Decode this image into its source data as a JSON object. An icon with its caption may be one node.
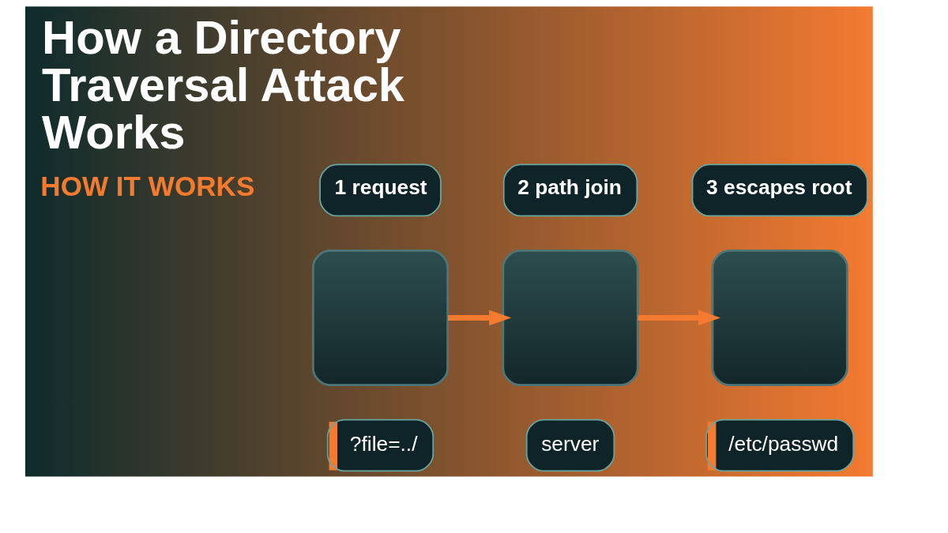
{
  "diagram": {
    "title": "How a Directory Traversal Attack Works",
    "nodes": [
      {
        "text": [
          "1 request"
        ]
      },
      {
        "text": [
          "2 path join"
        ]
      },
      {
        "text": [
          "3 escapes root"
        ]
      },
      {
        "text": [],
        "shape": "box"
      },
      {
        "text": [],
        "shape": "box"
      },
      {
        "text": [],
        "shape": "box"
      },
      {
        "text": [
          "?file=../"
        ]
      },
      {
        "text": [
          "server"
        ]
      },
      {
        "text": [
          "/etc/passwd"
        ]
      }
    ],
    "edges": [
      {
        "from": 3,
        "to": 4,
        "arrow": "to"
      },
      {
        "from": 4,
        "to": 5,
        "arrow": "to"
      }
    ],
    "labels": [
      "HOW IT WORKS"
    ]
  }
}
